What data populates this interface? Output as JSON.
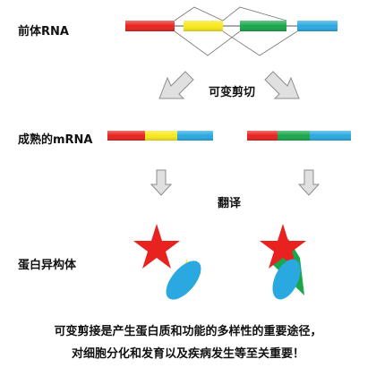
{
  "labels": {
    "pre_rna": "前体RNA",
    "splicing": "可变剪切",
    "mature_mrna": "成熟的mRNA",
    "translation": "翻译",
    "protein_isoforms": "蛋白异构体"
  },
  "caption": {
    "line1": "可变剪接是产生蛋白质和功能的多样性的重要途径，",
    "line2": "对细胞分化和发育以及疾病发生等至关重要！"
  },
  "colors": {
    "exon_red": "#e8231f",
    "exon_yellow": "#f7e81c",
    "exon_green": "#1aa64b",
    "exon_blue": "#2aa9e0",
    "arrow_fill": "#e0e0e0",
    "arrow_stroke": "#8c8c8c",
    "star_red": "#e8231f",
    "burst_yellow": "#f7e81c",
    "ellipse_blue": "#2aa9e0",
    "triangle_green": "#1aa64b"
  }
}
